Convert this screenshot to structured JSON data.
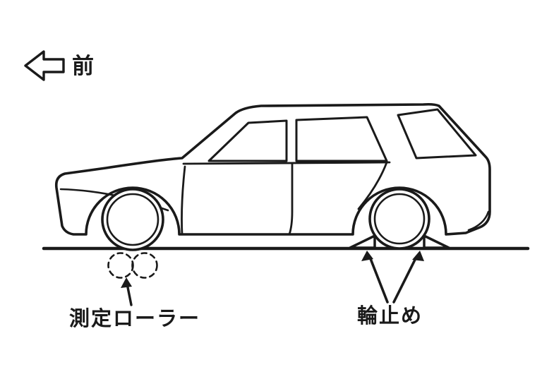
{
  "colors": {
    "ink": "#1a1a1a",
    "background": "#ffffff"
  },
  "diagram": {
    "front_direction_label": "前",
    "measuring_roller_label": "測定ローラー",
    "wheel_chock_label": "輪止め"
  }
}
